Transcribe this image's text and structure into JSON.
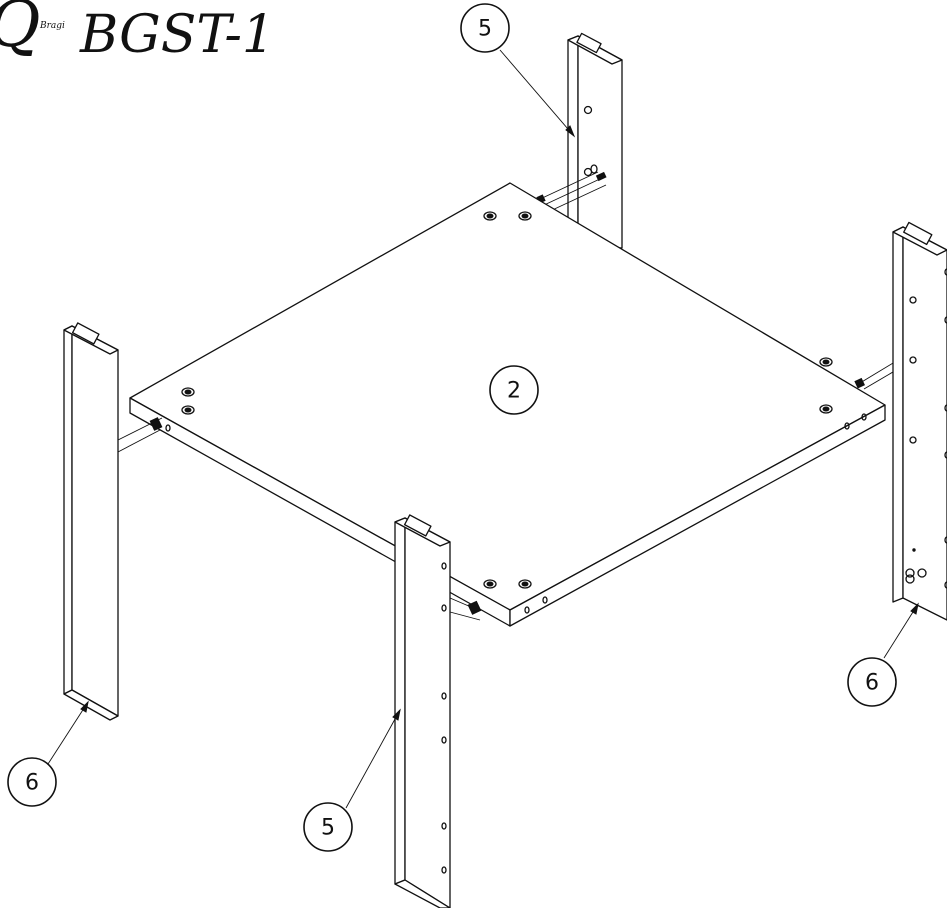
{
  "header": {
    "logo_letter": "Q",
    "brand": "Bragi",
    "model": "BGST-1"
  },
  "callouts": [
    {
      "id": "top-board",
      "label": "2"
    },
    {
      "id": "back-leg-top",
      "label": "5"
    },
    {
      "id": "front-leg-bottom",
      "label": "5"
    },
    {
      "id": "left-leg",
      "label": "6"
    },
    {
      "id": "right-leg",
      "label": "6"
    }
  ]
}
